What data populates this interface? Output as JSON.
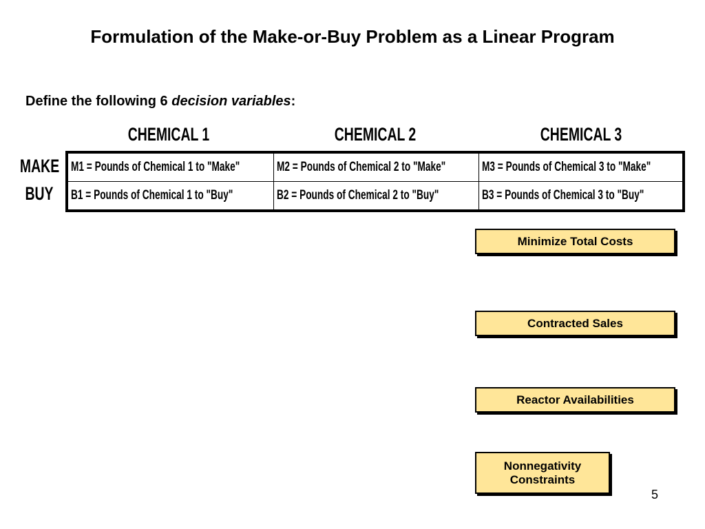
{
  "title": "Formulation of the Make-or-Buy Problem as a Linear Program",
  "subtitle": {
    "prefix": "Define the following 6 ",
    "emphasis": "decision variables",
    "suffix": ":"
  },
  "column_headers": [
    "CHEMICAL 1",
    "CHEMICAL 2",
    "CHEMICAL 3"
  ],
  "row_headers": [
    "MAKE",
    "BUY"
  ],
  "variables": {
    "make": [
      "M1 = Pounds of Chemical 1 to \"Make\"",
      "M2 = Pounds of Chemical 2 to \"Make\"",
      "M3 = Pounds of Chemical 3 to \"Make\""
    ],
    "buy": [
      "B1 = Pounds of Chemical 1 to \"Buy\"",
      "B2 = Pounds of Chemical 2 to \"Buy\"",
      "B3 = Pounds of Chemical 3 to \"Buy\""
    ]
  },
  "boxes": {
    "objective": "Minimize Total Costs",
    "sales": "Contracted Sales",
    "reactor": "Reactor Availabilities",
    "nonnegativity_line1": "Nonnegativity",
    "nonnegativity_line2": "Constraints"
  },
  "box_color": "#FFE699",
  "page_number": "5"
}
